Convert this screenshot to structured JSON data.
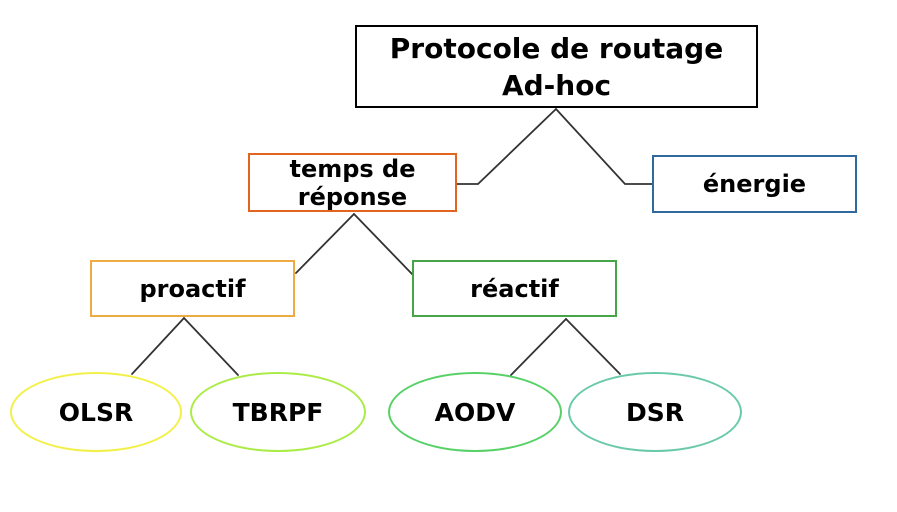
{
  "diagram": {
    "type": "tree",
    "title": "Protocole de routage Ad-hoc",
    "edge_color": "#333333",
    "nodes": {
      "root": {
        "label": "Protocole de routage\nAd-hoc",
        "shape": "rect",
        "border_color": "#000000"
      },
      "temps": {
        "label": "temps de\nréponse",
        "shape": "rect",
        "border_color": "#e2641f"
      },
      "energie": {
        "label": "énergie",
        "shape": "rect",
        "border_color": "#2f6a9f"
      },
      "proactif": {
        "label": "proactif",
        "shape": "rect",
        "border_color": "#ecab43"
      },
      "reactif": {
        "label": "réactif",
        "shape": "rect",
        "border_color": "#47a447"
      },
      "olsr": {
        "label": "OLSR",
        "shape": "ellipse",
        "border_color": "#f2f046"
      },
      "tbrpf": {
        "label": "TBRPF",
        "shape": "ellipse",
        "border_color": "#aaec45"
      },
      "aodv": {
        "label": "AODV",
        "shape": "ellipse",
        "border_color": "#56d166"
      },
      "dsr": {
        "label": "DSR",
        "shape": "ellipse",
        "border_color": "#69c9a9"
      }
    },
    "edges": [
      {
        "from": "root",
        "to": "temps"
      },
      {
        "from": "root",
        "to": "energie"
      },
      {
        "from": "temps",
        "to": "proactif"
      },
      {
        "from": "temps",
        "to": "reactif"
      },
      {
        "from": "proactif",
        "to": "olsr"
      },
      {
        "from": "proactif",
        "to": "tbrpf"
      },
      {
        "from": "reactif",
        "to": "aodv"
      },
      {
        "from": "reactif",
        "to": "dsr"
      }
    ]
  }
}
